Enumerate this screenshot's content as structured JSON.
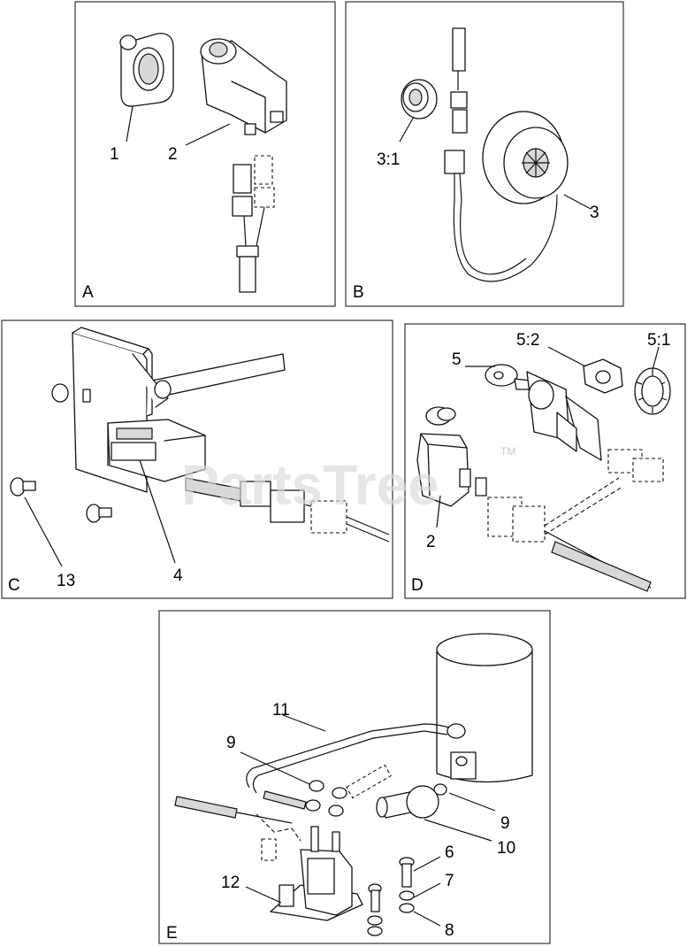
{
  "watermark": "PartsTree",
  "watermark_mark": "TM",
  "panels": [
    {
      "id": "A",
      "label": "A",
      "callouts": [
        "1",
        "2"
      ]
    },
    {
      "id": "B",
      "label": "B",
      "callouts": [
        "3:1",
        "3"
      ]
    },
    {
      "id": "C",
      "label": "C",
      "callouts": [
        "13",
        "4"
      ]
    },
    {
      "id": "D",
      "label": "D",
      "callouts": [
        "5",
        "5:2",
        "5:1",
        "2"
      ]
    },
    {
      "id": "E",
      "label": "E",
      "callouts": [
        "11",
        "9",
        "9",
        "10",
        "6",
        "7",
        "12",
        "8"
      ]
    }
  ]
}
